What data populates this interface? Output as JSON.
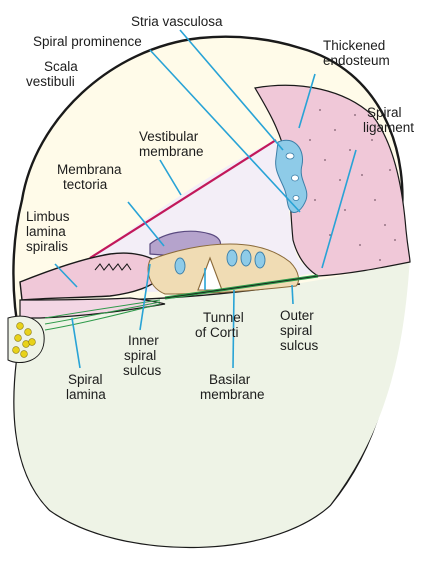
{
  "labels": {
    "stria_vasculosa": "Stria vasculosa",
    "spiral_prominence": "Spiral prominence",
    "thickened_endosteum": [
      "Thickened",
      "endosteum"
    ],
    "scala_vestibuli": [
      "Scala",
      "vestibuli"
    ],
    "spiral_ligament": [
      "Spiral",
      "ligament"
    ],
    "vestibular_membrane": [
      "Vestibular",
      "membrane"
    ],
    "membrana_tectoria": [
      "Membrana",
      "tectoria"
    ],
    "limbus_lamina_spiralis": [
      "Limbus",
      "lamina",
      "spiralis"
    ],
    "tunnel_of_corti": [
      "Tunnel",
      "of Corti"
    ],
    "outer_spiral_sulcus": [
      "Outer",
      "spiral",
      "sulcus"
    ],
    "inner_spiral_sulcus": [
      "Inner",
      "spiral",
      "sulcus"
    ],
    "spiral_lamina": [
      "Spiral",
      "lamina"
    ],
    "basilar_membrane": [
      "Basilar",
      "membrane"
    ]
  },
  "colors": {
    "outline": "#1a1a1a",
    "scala_vestibuli_fill": "#fffbe9",
    "duct_fill": "#f3eef7",
    "lower_chamber_fill": "#eef3e6",
    "ligament_pink": "#f0c8d8",
    "membrane_magenta": "#c2185b",
    "tectoria_purple": "#b5a3cc",
    "organ_tan": "#f0dcb4",
    "stria_blue": "#8ecbe8",
    "basilar_green": "#2e9a4a",
    "ganglion_yellow": "#e8d21a",
    "leader_line": "#28a3d6"
  }
}
